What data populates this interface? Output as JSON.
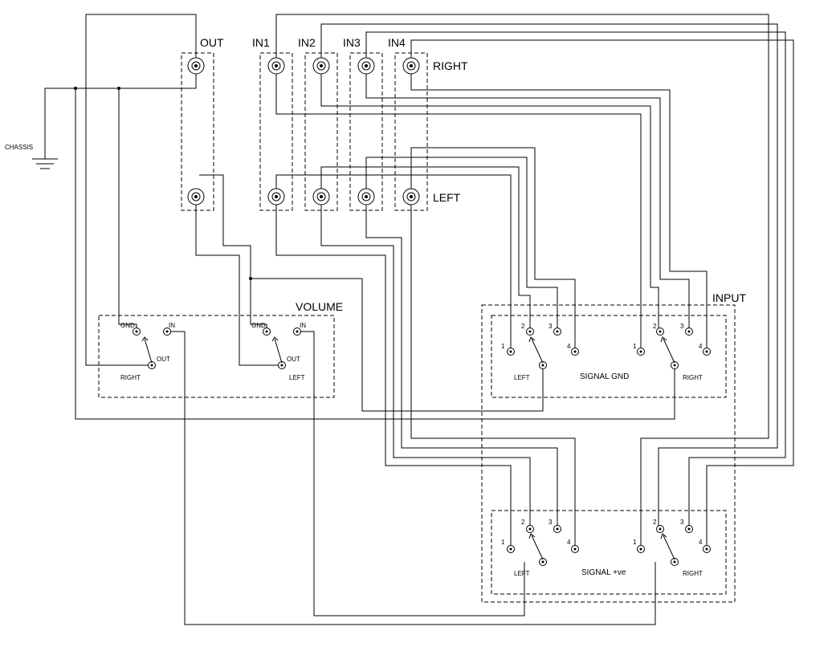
{
  "labels": {
    "out": "OUT",
    "in1": "IN1",
    "in2": "IN2",
    "in3": "IN3",
    "in4": "IN4",
    "right": "RIGHT",
    "left": "LEFT",
    "chassis": "CHASSIS",
    "volume": "VOLUME",
    "input": "INPUT"
  },
  "volume": {
    "gnd": "GND",
    "in": "IN",
    "out": "OUT",
    "right": "RIGHT",
    "left": "LEFT"
  },
  "switch_gnd": {
    "title": "SIGNAL GND",
    "left": "LEFT",
    "right": "RIGHT",
    "positions": [
      "1",
      "2",
      "3",
      "4"
    ]
  },
  "switch_ve": {
    "title": "SIGNAL +ve",
    "left": "LEFT",
    "right": "RIGHT",
    "positions": [
      "1",
      "2",
      "3",
      "4"
    ]
  }
}
